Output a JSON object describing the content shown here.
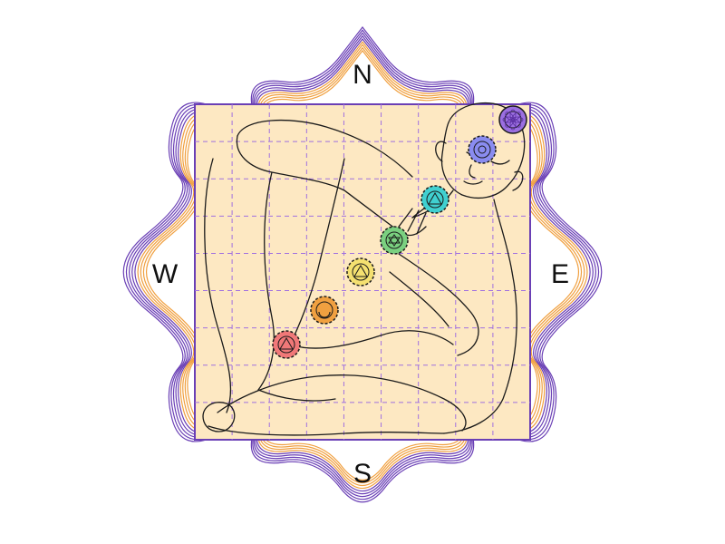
{
  "directions": {
    "north": "N",
    "south": "S",
    "east": "E",
    "west": "W"
  },
  "colors": {
    "background": "#ffffff",
    "square_fill": "#fde8c2",
    "square_border": "#6a3fb5",
    "grid": "#a070e0",
    "lotus_purple": "#6a3fb5",
    "lotus_orange": "#f0a040",
    "figure_outline": "#1a1a1a"
  },
  "grid": {
    "divisions": 9
  },
  "chakras": [
    {
      "name": "crown",
      "color": "#9b6fe0",
      "icon": "lotus-mandala-icon"
    },
    {
      "name": "third-eye",
      "color": "#8a8cf0",
      "icon": "circle-icon"
    },
    {
      "name": "throat",
      "color": "#40d0d0",
      "icon": "triangle-in-circle-icon"
    },
    {
      "name": "heart",
      "color": "#7ad080",
      "icon": "hexagram-icon"
    },
    {
      "name": "solar-plexus",
      "color": "#f4e070",
      "icon": "triangle-icon"
    },
    {
      "name": "sacral",
      "color": "#f0a040",
      "icon": "crescent-icon"
    },
    {
      "name": "root",
      "color": "#f07878",
      "icon": "square-triangle-icon"
    }
  ]
}
